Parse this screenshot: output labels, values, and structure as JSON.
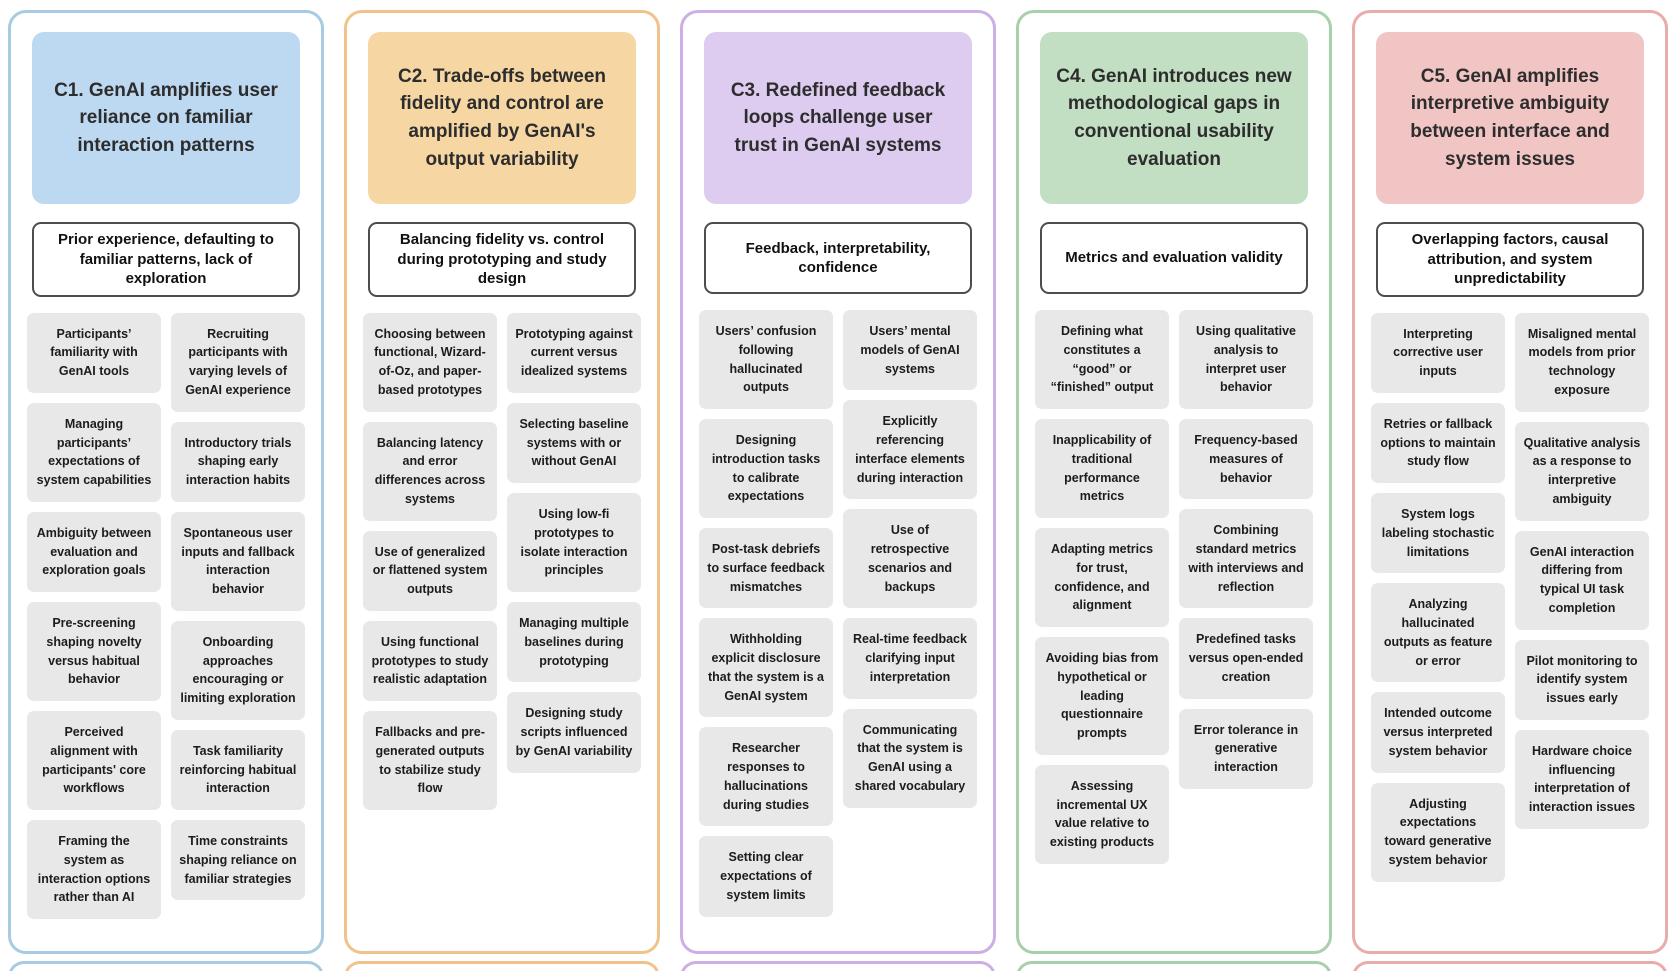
{
  "board": {
    "columns": [
      {
        "id": "C1",
        "colors": {
          "border": "#a6cbe2",
          "fill": "#bdd9f1"
        },
        "title": "C1.  GenAI amplifies user reliance on familiar interaction patterns",
        "subtitle": "Prior experience, defaulting to familiar patterns, lack of exploration",
        "cards_left": [
          "Participants’ familiarity with GenAI tools",
          "Managing participants’ expectations of system capabilities",
          "Ambiguity between evaluation and exploration goals",
          "Pre-screening shaping novelty versus habitual behavior",
          "Perceived alignment with participants' core workflows",
          "Framing the system as interaction options rather than AI"
        ],
        "cards_right": [
          "Recruiting participants with varying levels of GenAI experience",
          "Introductory trials shaping early interaction habits",
          "Spontaneous user inputs and fallback interaction behavior",
          "Onboarding approaches encouraging or limiting exploration",
          "Task familiarity reinforcing habitual interaction",
          "Time constraints shaping reliance on familiar strategies"
        ]
      },
      {
        "id": "C2",
        "colors": {
          "border": "#f0c38b",
          "fill": "#f6d7a4"
        },
        "title": "C2. Trade-offs between fidelity and control are amplified by GenAI's output variability",
        "subtitle": "Balancing fidelity vs. control during prototyping and study design",
        "cards_left": [
          "Choosing between functional, Wizard-of-Oz, and paper-based prototypes",
          "Balancing latency and error differences across systems",
          "Use of generalized or flattened system outputs",
          "Using functional prototypes to study realistic adaptation",
          "Fallbacks and pre-generated outputs to stabilize study flow"
        ],
        "cards_right": [
          "Prototyping against current versus idealized systems",
          "Selecting baseline systems with or without GenAI",
          "Using low-fi prototypes to isolate interaction principles",
          "Managing multiple baselines during prototyping",
          "Designing study scripts influenced by GenAI variability"
        ]
      },
      {
        "id": "C3",
        "colors": {
          "border": "#ccafe5",
          "fill": "#ddcbf0"
        },
        "title": "C3. Redefined feedback loops challenge user trust in GenAI systems",
        "subtitle": "Feedback, interpretability, confidence",
        "cards_left": [
          "Users’ confusion following hallucinated outputs",
          "Designing introduction tasks to calibrate expectations",
          "Post-task debriefs to surface feedback mismatches",
          "Withholding explicit disclosure that the system is a GenAI system",
          "Researcher responses to hallucinations during studies",
          "Setting clear expectations of system limits"
        ],
        "cards_right": [
          "Users’ mental models of GenAI systems",
          "Explicitly referencing interface elements during interaction",
          "Use of retrospective scenarios and backups",
          "Real-time feedback clarifying input interpretation",
          "Communicating that the system is GenAI using a shared vocabulary"
        ]
      },
      {
        "id": "C4",
        "colors": {
          "border": "#a8d0aa",
          "fill": "#c2dec3"
        },
        "title": "C4. GenAI introduces new methodological gaps in conventional usability evaluation",
        "subtitle": "Metrics and evaluation validity",
        "cards_left": [
          "Defining what constitutes a “good” or “finished” output",
          "Inapplicability of traditional performance metrics",
          "Adapting metrics for trust, confidence, and alignment",
          "Avoiding bias from hypothetical or leading questionnaire prompts",
          "Assessing incremental UX value relative to existing products"
        ],
        "cards_right": [
          "Using qualitative analysis to interpret user behavior",
          "Frequency-based measures of behavior",
          "Combining standard metrics with interviews and reflection",
          "Predefined tasks versus open-ended creation",
          "Error tolerance in generative interaction"
        ]
      },
      {
        "id": "C5",
        "colors": {
          "border": "#eaabab",
          "fill": "#f2c5c5"
        },
        "title": "C5. GenAI amplifies interpretive ambiguity between interface and system issues",
        "subtitle": "Overlapping factors, causal attribution, and system unpredictability",
        "cards_left": [
          "Interpreting corrective user inputs",
          "Retries or fallback options to maintain study flow",
          "System logs labeling stochastic limitations",
          "Analyzing hallucinated outputs as feature or error",
          "Intended outcome versus interpreted system behavior",
          "Adjusting expectations toward generative system behavior"
        ],
        "cards_right": [
          "Misaligned mental models from prior technology exposure",
          "Qualitative analysis as a response to interpretive ambiguity",
          "GenAI interaction differing from typical UI task completion",
          "Pilot monitoring to identify system issues early",
          "Hardware choice influencing interpretation of interaction issues"
        ]
      }
    ]
  }
}
